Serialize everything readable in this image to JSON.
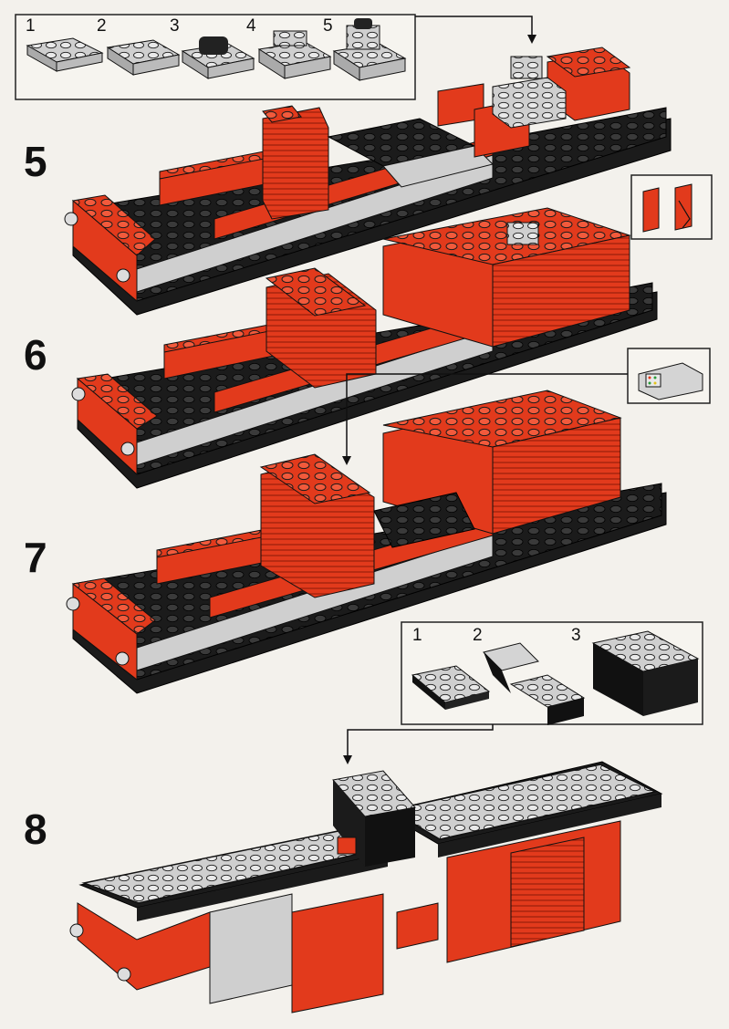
{
  "steps": [
    {
      "number": "5"
    },
    {
      "number": "6"
    },
    {
      "number": "7"
    },
    {
      "number": "8"
    }
  ],
  "substep_callout_top": {
    "labels": [
      "1",
      "2",
      "3",
      "4",
      "5"
    ]
  },
  "substep_callout_8": {
    "labels": [
      "1",
      "2",
      "3"
    ]
  },
  "colors": {
    "brick_red": "#e23a1c",
    "brick_black": "#1b1b1b",
    "brick_gray": "#c9c9c9",
    "paper": "#f3f1ec"
  }
}
